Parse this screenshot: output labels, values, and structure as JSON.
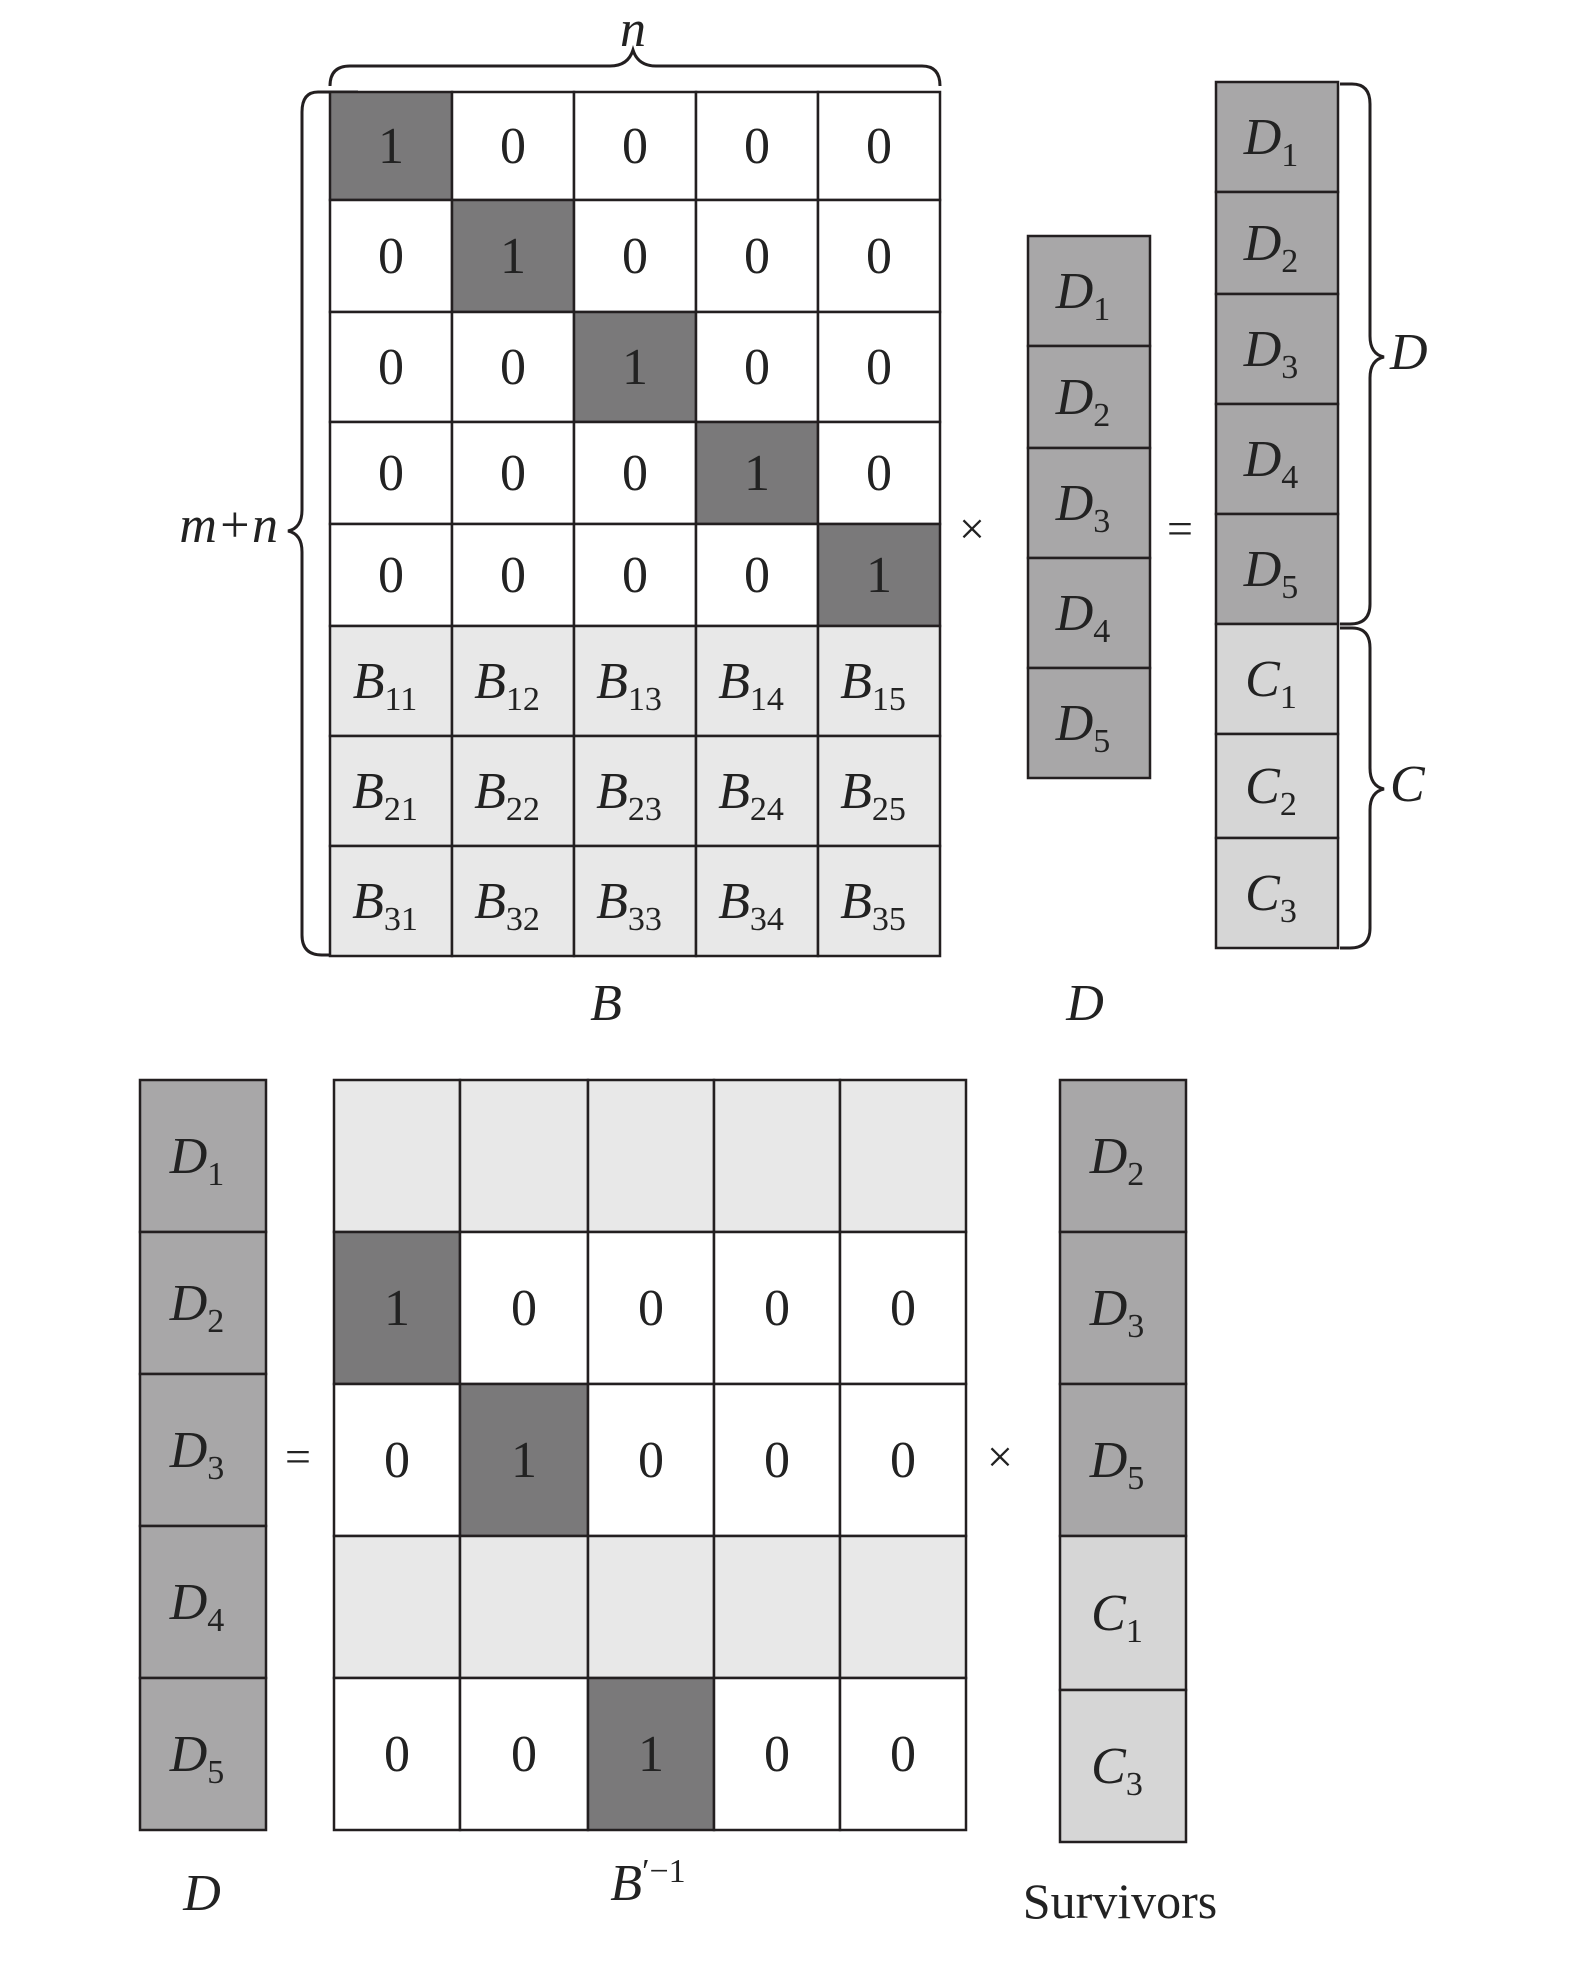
{
  "colors": {
    "diagonal": "#7a797a",
    "d_vector": "#a8a7a8",
    "light": "#e8e8e8",
    "c_vector": "#d6d6d6",
    "white": "#ffffff",
    "line": "#231f20"
  },
  "top": {
    "label_n": "n",
    "label_mn": "m+n",
    "matrix_B": [
      [
        "1",
        "0",
        "0",
        "0",
        "0"
      ],
      [
        "0",
        "1",
        "0",
        "0",
        "0"
      ],
      [
        "0",
        "0",
        "1",
        "0",
        "0"
      ],
      [
        "0",
        "0",
        "0",
        "1",
        "0"
      ],
      [
        "0",
        "0",
        "0",
        "0",
        "1"
      ],
      [
        {
          "b": "B",
          "s": "11"
        },
        {
          "b": "B",
          "s": "12"
        },
        {
          "b": "B",
          "s": "13"
        },
        {
          "b": "B",
          "s": "14"
        },
        {
          "b": "B",
          "s": "15"
        }
      ],
      [
        {
          "b": "B",
          "s": "21"
        },
        {
          "b": "B",
          "s": "22"
        },
        {
          "b": "B",
          "s": "23"
        },
        {
          "b": "B",
          "s": "24"
        },
        {
          "b": "B",
          "s": "25"
        }
      ],
      [
        {
          "b": "B",
          "s": "31"
        },
        {
          "b": "B",
          "s": "32"
        },
        {
          "b": "B",
          "s": "33"
        },
        {
          "b": "B",
          "s": "34"
        },
        {
          "b": "B",
          "s": "35"
        }
      ]
    ],
    "vector_D": [
      {
        "b": "D",
        "s": "1"
      },
      {
        "b": "D",
        "s": "2"
      },
      {
        "b": "D",
        "s": "3"
      },
      {
        "b": "D",
        "s": "4"
      },
      {
        "b": "D",
        "s": "5"
      }
    ],
    "result": [
      {
        "b": "D",
        "s": "1"
      },
      {
        "b": "D",
        "s": "2"
      },
      {
        "b": "D",
        "s": "3"
      },
      {
        "b": "D",
        "s": "4"
      },
      {
        "b": "D",
        "s": "5"
      },
      {
        "b": "C",
        "s": "1"
      },
      {
        "b": "C",
        "s": "2"
      },
      {
        "b": "C",
        "s": "3"
      }
    ],
    "times": "×",
    "equals": "=",
    "brace_D": "D",
    "brace_C": "C",
    "caption_B": "B",
    "caption_D": "D"
  },
  "bottom": {
    "vector_D": [
      {
        "b": "D",
        "s": "1"
      },
      {
        "b": "D",
        "s": "2"
      },
      {
        "b": "D",
        "s": "3"
      },
      {
        "b": "D",
        "s": "4"
      },
      {
        "b": "D",
        "s": "5"
      }
    ],
    "equals": "=",
    "matrix": [
      [
        "",
        "",
        "",
        "",
        ""
      ],
      [
        "1",
        "0",
        "0",
        "0",
        "0"
      ],
      [
        "0",
        "1",
        "0",
        "0",
        "0"
      ],
      [
        "",
        "",
        "",
        "",
        ""
      ],
      [
        "0",
        "0",
        "1",
        "0",
        "0"
      ]
    ],
    "times": "×",
    "survivors": [
      {
        "b": "D",
        "s": "2"
      },
      {
        "b": "D",
        "s": "3"
      },
      {
        "b": "D",
        "s": "5"
      },
      {
        "b": "C",
        "s": "1"
      },
      {
        "b": "C",
        "s": "3"
      }
    ],
    "caption_D": "D",
    "caption_B": "B",
    "caption_B_sup": "′−1",
    "caption_survivors": "Survivors"
  }
}
